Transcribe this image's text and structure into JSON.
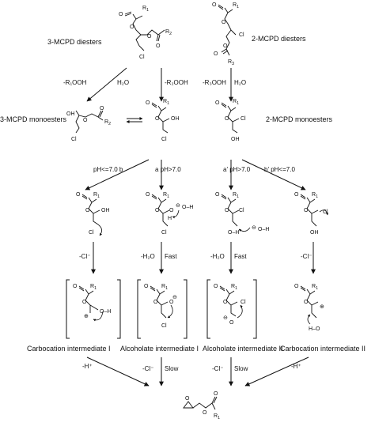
{
  "labels": {
    "mcpd3_diesters": "3-MCPD diesters",
    "mcpd2_diesters": "2-MCPD diesters",
    "mcpd3_monoesters": "3-MCPD monoesters",
    "mcpd2_monoesters": "2-MCPD monoesters",
    "carbocation_1": "Carbocation intermediate I",
    "alcoholate_1": "Alcoholate intermediate I",
    "alcoholate_2": "Alcoholate intermediate II",
    "carbocation_2": "Carbocation intermediate II"
  },
  "conditions": {
    "r1ooh": "-R₁OOH",
    "h2o_a": "H₂O",
    "r2ooh": "-R₂OOH",
    "r3ooh": "-R₃OOH",
    "h2o_b": "H₂O",
    "path_b": "pH<=7.0   b",
    "path_a": "a   pH>7.0",
    "path_a_prime": "a'   pH>7.0",
    "path_b_prime": "b'   pH<=7.0",
    "minus_cl_1": "-Cl⁻",
    "minus_h2o_1": "-H₂O",
    "fast_1": "Fast",
    "minus_h2o_2": "-H₂O",
    "fast_2": "Fast",
    "minus_cl_2": "-Cl⁻",
    "minus_h_1": "-H⁺",
    "minus_cl_3": "-Cl⁻",
    "slow_1": "Slow",
    "minus_cl_4": "-Cl⁻",
    "slow_2": "Slow",
    "minus_h_2": "-H⁺"
  },
  "atoms": {
    "o": "O",
    "oh": "OH",
    "cl": "Cl",
    "h": "H",
    "r": "R",
    "sub1": "1",
    "sub2": "2",
    "sub3": "3",
    "o_h": "O–H",
    "h_o": "H–O",
    "charge_plus": "⊕",
    "charge_minus": "⊖"
  }
}
